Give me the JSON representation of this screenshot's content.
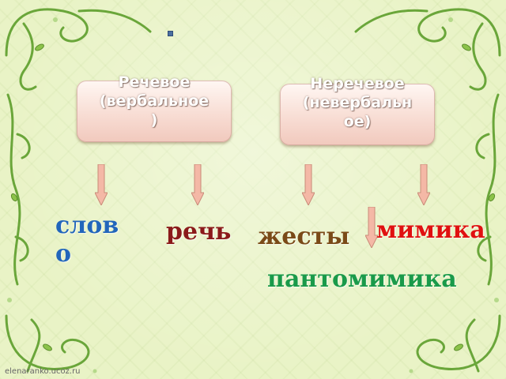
{
  "boxes": {
    "verbal": "Речевое\n(вербальное\n)",
    "nonverbal": "Неречевое\n(невербальн\nое)"
  },
  "words": {
    "slovo": "слов\nо",
    "rech": "речь",
    "zhesty": "жесты",
    "mimika": "мимика",
    "pantomimika": "пантомимика"
  },
  "watermark": "elenaranko.ucoz.ru",
  "colors": {
    "slovo": "#2266bb",
    "rech": "#8b1a1a",
    "zhesty": "#7a4a17",
    "mimika": "#e01010",
    "pantomimika": "#1a9a4a",
    "background": "#e9f3c6",
    "box_fill": "#f8ddd4",
    "arrow_fill": "#f4b8a6",
    "ornament": "#6aa63a"
  },
  "icons": [
    "down-arrow-icon",
    "swirl-ornament-icon"
  ]
}
